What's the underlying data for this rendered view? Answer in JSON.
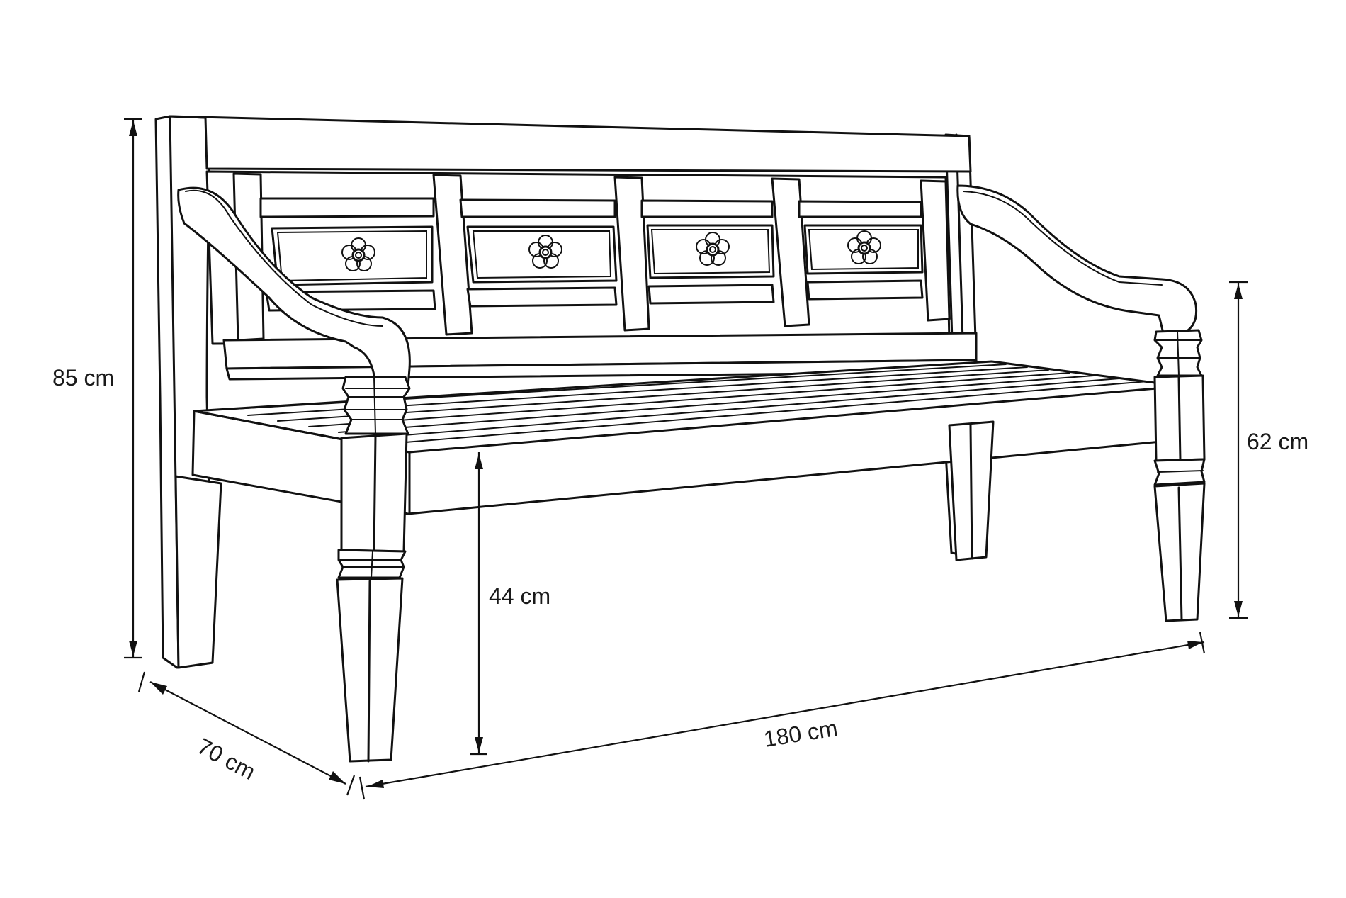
{
  "diagram": {
    "subject": "bench",
    "colors": {
      "line": "#111111",
      "background": "#ffffff"
    },
    "dimensions": [
      {
        "id": "height_total",
        "label": "85 cm",
        "value": 85,
        "unit": "cm"
      },
      {
        "id": "armrest_height",
        "label": "62 cm",
        "value": 62,
        "unit": "cm"
      },
      {
        "id": "seat_height",
        "label": "44 cm",
        "value": 44,
        "unit": "cm"
      },
      {
        "id": "depth",
        "label": "70 cm",
        "value": 70,
        "unit": "cm"
      },
      {
        "id": "width",
        "label": "180 cm",
        "value": 180,
        "unit": "cm"
      }
    ],
    "carved_rosettes": 4,
    "back_panels": 4
  }
}
